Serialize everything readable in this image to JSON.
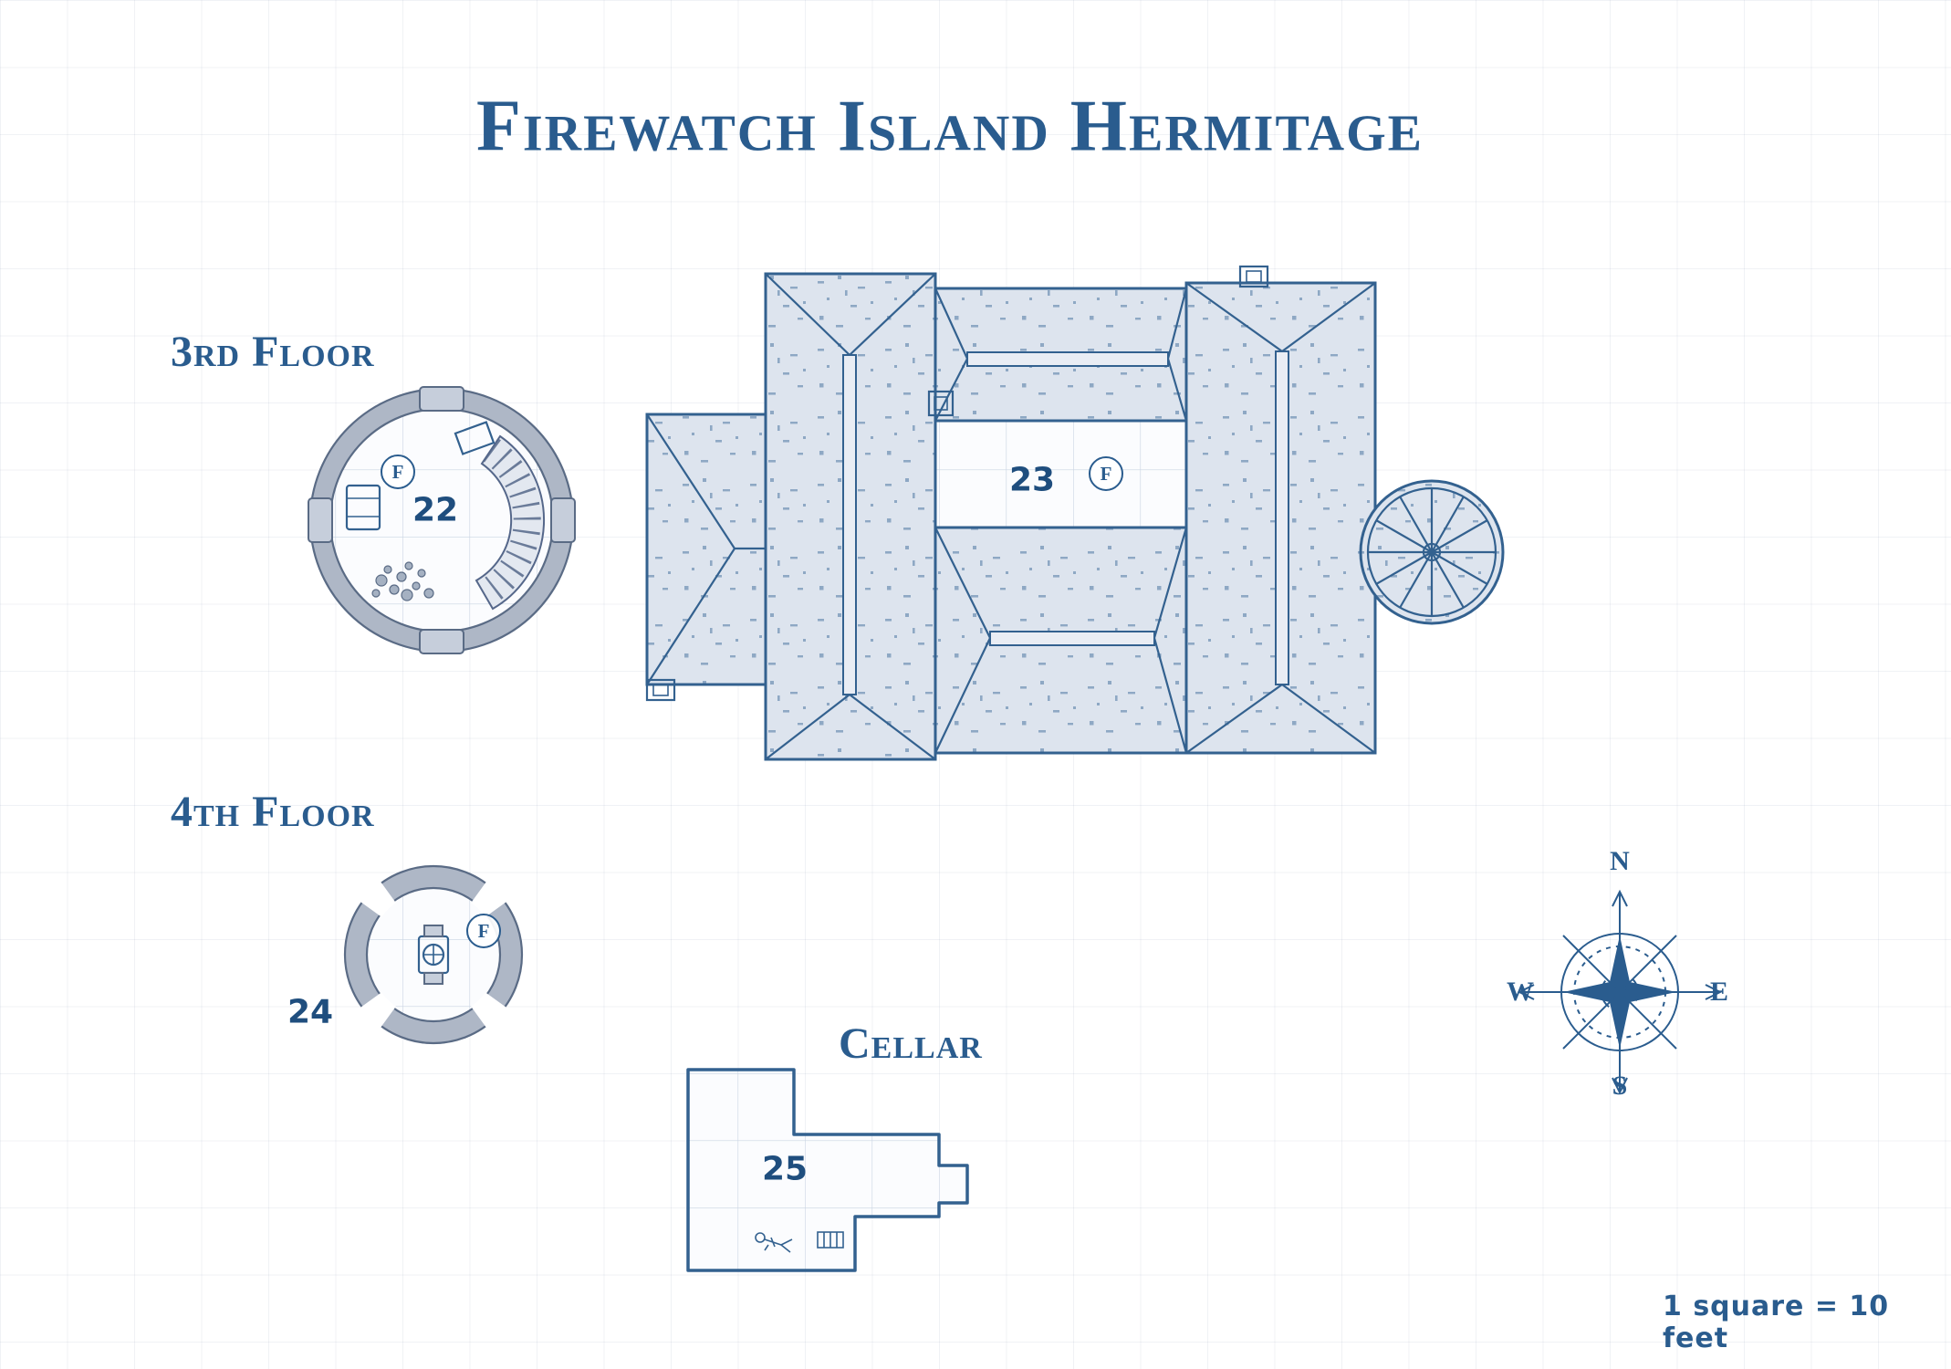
{
  "title": "Firewatch Island Hermitage",
  "sections": {
    "third_floor": {
      "label": "3rd Floor",
      "room_number": "22",
      "fireplace_marker": "F"
    },
    "roof_plan": {
      "room_number": "23",
      "fireplace_marker": "F"
    },
    "fourth_floor": {
      "label": "4th Floor",
      "room_number": "24",
      "fireplace_marker": "F"
    },
    "cellar": {
      "label": "Cellar",
      "room_number": "25"
    }
  },
  "compass": {
    "north": "N",
    "east": "E",
    "south": "S",
    "west": "W"
  },
  "scale_note": "1 square = 10 feet",
  "colors": {
    "ink": "#2a5c8e",
    "outline": "#33618f",
    "roof_fill": "#dde4ee",
    "wall_gray": "#aeb7c6",
    "wall_edge": "#5a6b85",
    "grid_blue": "#b9c7d9",
    "paper": "#ffffff"
  }
}
